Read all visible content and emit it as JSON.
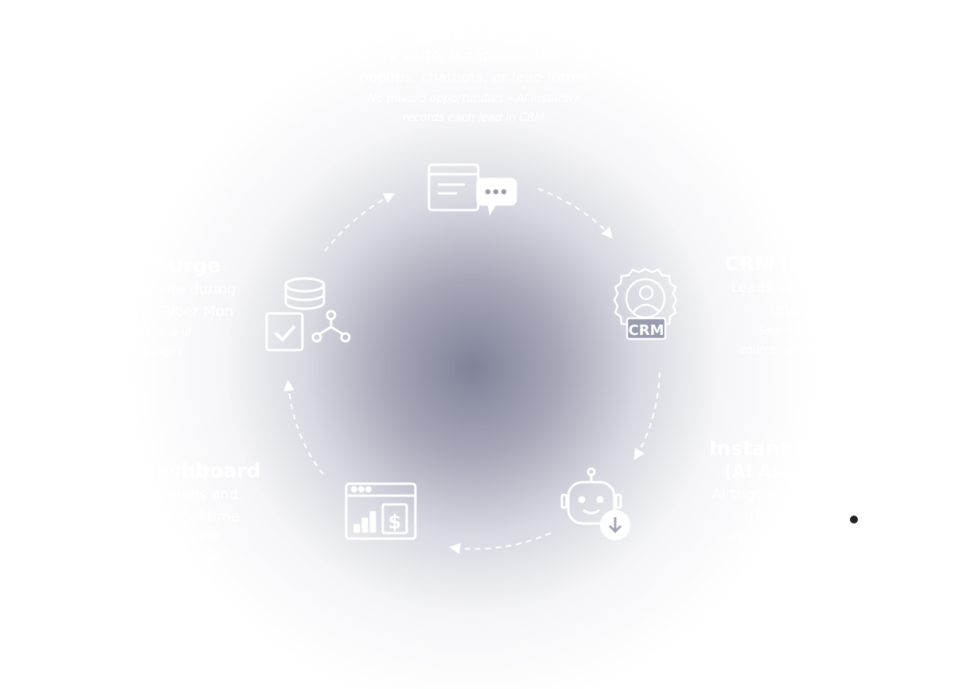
{
  "steps": [
    {
      "id": "lead-capture",
      "title": "AI Lead Capture",
      "desc_lines": [
        "Every visitor is captured through",
        "popups, chatbots, or lead forms"
      ],
      "note_lines": [
        "No missed opportunities – AI instantly",
        "records each lead in CRM"
      ],
      "icon": "chat-form-icon"
    },
    {
      "id": "crm-integration",
      "title": "CRM Integr",
      "desc_lines": [
        "Leads automatic",
        "into your C"
      ],
      "note_lines": [
        "Segmented by b",
        "source, ad readines"
      ],
      "icon": "crm-gear-icon"
    },
    {
      "id": "instant-follow",
      "title": "Instant Follo",
      "subtitle": "(AI Assistant",
      "desc_lines": [
        "AI triggers instant f",
        "through email"
      ],
      "note_lines": [
        "Personalized, fast, co",
        "24/7 with"
      ],
      "icon": "robot-download-icon"
    },
    {
      "id": "sales-dashboard",
      "title": "les Dashboard",
      "desc_lines": [
        "ck conversions and",
        "evenue in real time"
      ],
      "note_lines": [
        "e what's working and",
        "with one click"
      ],
      "icon": "dashboard-chart-icon"
    },
    {
      "id": "traffic-surge",
      "title": "affic Surge",
      "desc_lines": [
        "od your site during",
        "day & Cyber Mon"
      ],
      "note_lines": [
        "ads, emails, and",
        "der campaigns"
      ],
      "icon": "database-network-icon"
    }
  ],
  "icons": {
    "lead_capture": "CRM",
    "crm_label": "CRM"
  },
  "colors": {
    "accent_glow": "#8e91a5",
    "foreground": "#ffffff",
    "indicator": "#222222"
  }
}
